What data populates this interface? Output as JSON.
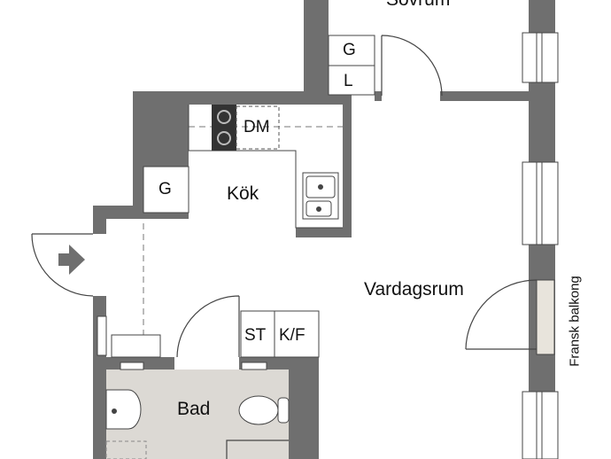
{
  "rooms": {
    "bedroom": "Sovrum",
    "kitchen": "Kök",
    "living": "Vardagsrum",
    "bath": "Bad"
  },
  "fixtures": {
    "wardrobe_g1": "G",
    "linen_l": "L",
    "dishwasher": "DM",
    "wardrobe_g2": "G",
    "storage": "ST",
    "fridge_freezer": "K/F"
  },
  "balcony": "Fransk balkong",
  "colors": {
    "wall": "#6f6f6f",
    "floor": "#ffffff",
    "bath_floor": "#dcd9d4",
    "line": "#444444",
    "balcony": "#e8e4dc"
  }
}
